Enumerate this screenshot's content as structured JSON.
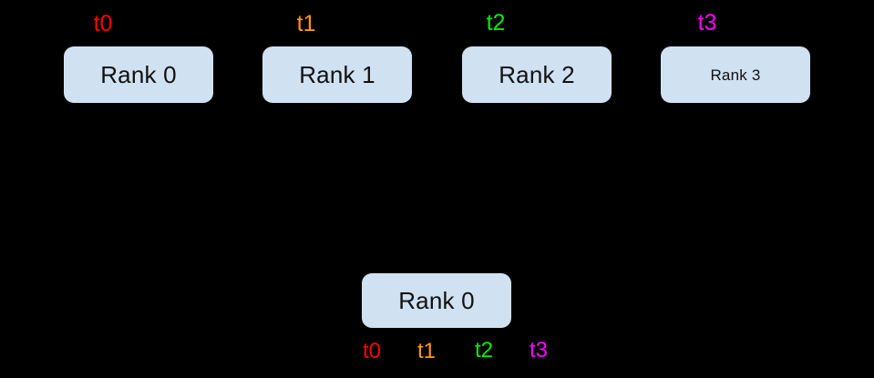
{
  "diagram": {
    "background_color": "#000000",
    "box_fill_color": "#d0e1f2",
    "box_text_color": "#111111",
    "timestep_colors": {
      "t0": "#ff0000",
      "t1": "#ff9900",
      "t2": "#00ee00",
      "t3": "#ff00ff"
    },
    "top_row": {
      "boxes": [
        {
          "label": "Rank 0",
          "timestep": "t0",
          "timestep_color": "#ff0000",
          "text_size": "large"
        },
        {
          "label": "Rank 1",
          "timestep": "t1",
          "timestep_color": "#ff9900",
          "text_size": "large"
        },
        {
          "label": "Rank 2",
          "timestep": "t2",
          "timestep_color": "#00ee00",
          "text_size": "large"
        },
        {
          "label": "Rank 3",
          "timestep": "t3",
          "timestep_color": "#ff00ff",
          "text_size": "small"
        }
      ]
    },
    "bottom_row": {
      "box": {
        "label": "Rank 0",
        "text_size": "large"
      },
      "timesteps": [
        {
          "label": "t0",
          "color": "#ff0000"
        },
        {
          "label": "t1",
          "color": "#ff9900"
        },
        {
          "label": "t2",
          "color": "#00ee00"
        },
        {
          "label": "t3",
          "color": "#ff00ff"
        }
      ]
    }
  }
}
